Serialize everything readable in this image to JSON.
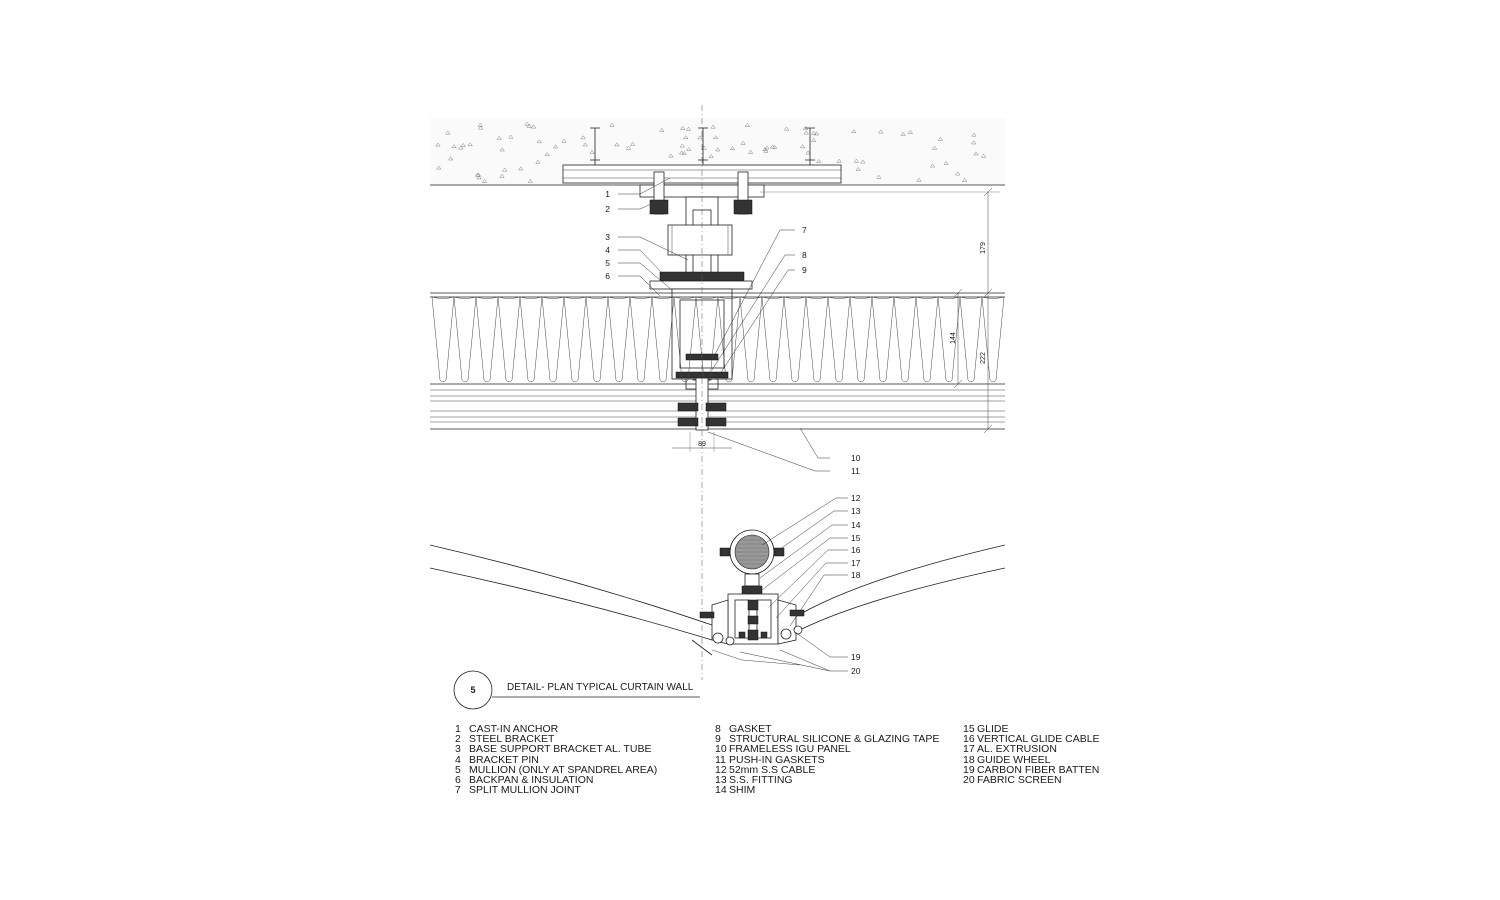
{
  "title": {
    "number": "5",
    "text": "DETAIL- PLAN TYPICAL CURTAIN WALL"
  },
  "callouts": {
    "upper": [
      "1",
      "2",
      "3",
      "4",
      "5",
      "6",
      "7",
      "8",
      "9",
      "10",
      "11"
    ],
    "lower": [
      "12",
      "13",
      "14",
      "15",
      "16",
      "17",
      "18",
      "19",
      "20"
    ]
  },
  "dimensions": {
    "d179": "179",
    "d144": "144",
    "d222": "222",
    "d89": "89"
  },
  "legend": {
    "col1": [
      {
        "n": "1",
        "t": "CAST-IN ANCHOR"
      },
      {
        "n": "2",
        "t": "STEEL BRACKET"
      },
      {
        "n": "3",
        "t": "BASE SUPPORT BRACKET AL. TUBE"
      },
      {
        "n": "4",
        "t": "BRACKET PIN"
      },
      {
        "n": "5",
        "t": "MULLION (ONLY AT SPANDREL AREA)"
      },
      {
        "n": "6",
        "t": "BACKPAN & INSULATION"
      },
      {
        "n": "7",
        "t": "SPLIT MULLION JOINT"
      }
    ],
    "col2": [
      {
        "n": "8",
        "t": "GASKET"
      },
      {
        "n": "9",
        "t": "STRUCTURAL SILICONE & GLAZING TAPE"
      },
      {
        "n": "10",
        "t": "FRAMELESS IGU PANEL"
      },
      {
        "n": "11",
        "t": "PUSH-IN GASKETS"
      },
      {
        "n": "12",
        "t": "52mm S.S CABLE"
      },
      {
        "n": "13",
        "t": "S.S. FITTING"
      },
      {
        "n": "14",
        "t": "SHIM"
      }
    ],
    "col3": [
      {
        "n": "15",
        "t": "GLIDE"
      },
      {
        "n": "16",
        "t": "VERTICAL GLIDE CABLE"
      },
      {
        "n": "17",
        "t": "AL. EXTRUSION"
      },
      {
        "n": "18",
        "t": "GUIDE WHEEL"
      },
      {
        "n": "19",
        "t": "CARBON FIBER BATTEN"
      },
      {
        "n": "20",
        "t": "FABRIC SCREEN"
      }
    ]
  }
}
